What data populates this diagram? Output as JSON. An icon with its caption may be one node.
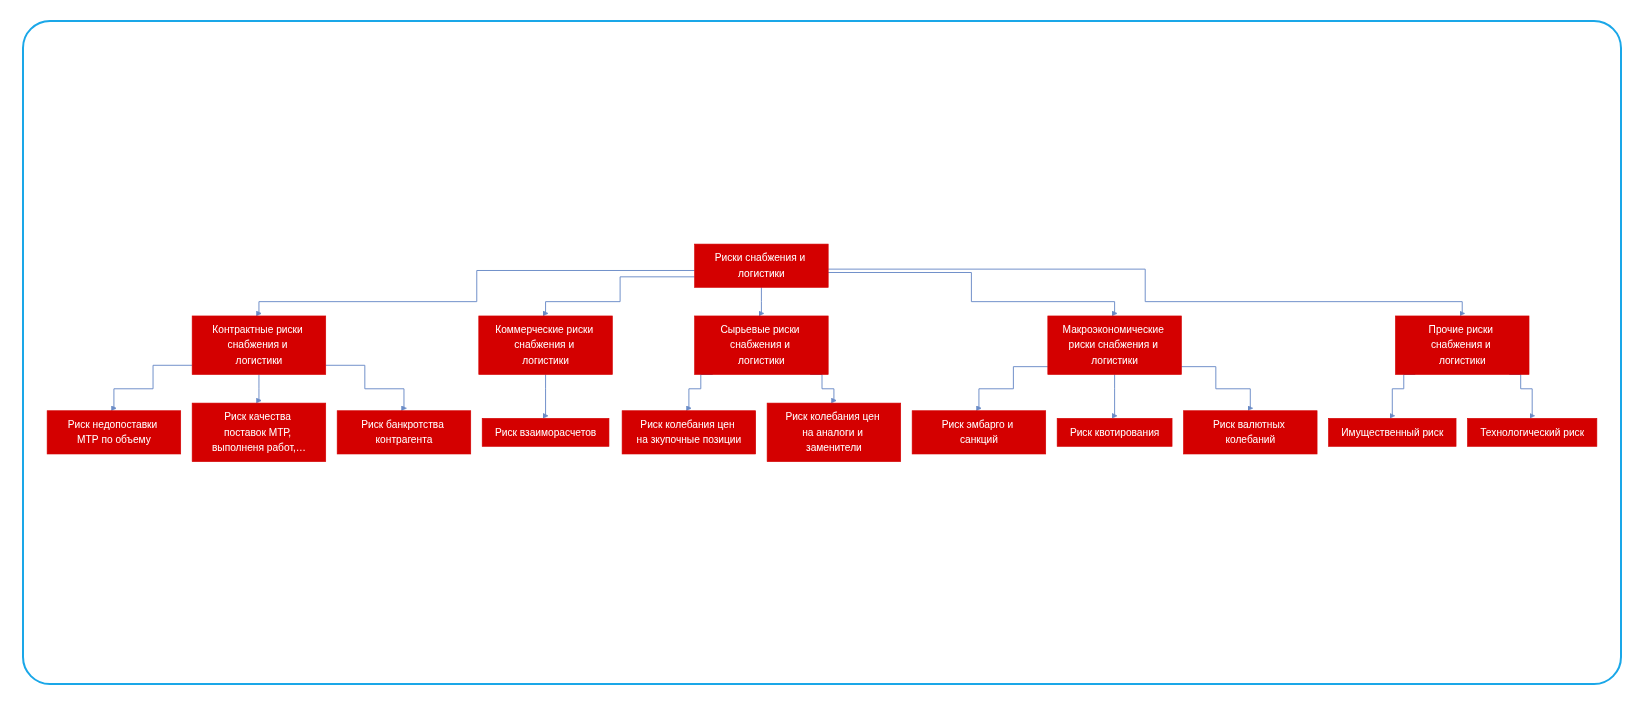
{
  "diagram": {
    "nodes": [
      {
        "text": [
          "Риски снабжения и логистики"
        ]
      },
      {
        "text": [
          "Контрактные риски снабжения и логистики"
        ]
      },
      {
        "text": [
          "Риск недопоставки МТР по объему"
        ]
      },
      {
        "text": [
          "Риск качества поставок МТР, выполненя работ,…"
        ]
      },
      {
        "text": [
          "Риск банкротства контрагента"
        ]
      },
      {
        "text": [
          "Коммерческие риски снабжения и логистики"
        ]
      },
      {
        "text": [
          "Риск взаиморасчетов"
        ]
      },
      {
        "text": [
          "Сырьевые риски снабжения и логистики"
        ]
      },
      {
        "text": [
          "Риск колебания цен на зкупочные позиции"
        ]
      },
      {
        "text": [
          "Риск колебания цен на аналоги и заменители"
        ]
      },
      {
        "text": [
          "Макроэкономические риски снабжения и логистики"
        ]
      },
      {
        "text": [
          "Риск эмбарго и санкций"
        ]
      },
      {
        "text": [
          "Риск квотирования"
        ]
      },
      {
        "text": [
          "Риск валютных колебаний"
        ]
      },
      {
        "text": [
          "Прочие риски снабжения и логистики"
        ]
      },
      {
        "text": [
          "Имущественный риск"
        ]
      },
      {
        "text": [
          "Технологический риск"
        ]
      }
    ],
    "edges": [
      {
        "from": 0,
        "to": 1,
        "arrow": "to"
      },
      {
        "from": 0,
        "to": 5,
        "arrow": "to"
      },
      {
        "from": 0,
        "to": 7,
        "arrow": "to"
      },
      {
        "from": 0,
        "to": 10,
        "arrow": "to"
      },
      {
        "from": 0,
        "to": 14,
        "arrow": "to"
      },
      {
        "from": 1,
        "to": 2,
        "arrow": "to"
      },
      {
        "from": 1,
        "to": 3,
        "arrow": "to"
      },
      {
        "from": 1,
        "to": 4,
        "arrow": "to"
      },
      {
        "from": 5,
        "to": 6,
        "arrow": "to"
      },
      {
        "from": 7,
        "to": 8,
        "arrow": "to"
      },
      {
        "from": 7,
        "to": 9,
        "arrow": "to"
      },
      {
        "from": 10,
        "to": 11,
        "arrow": "to"
      },
      {
        "from": 10,
        "to": 12,
        "arrow": "to"
      },
      {
        "from": 10,
        "to": 13,
        "arrow": "to"
      },
      {
        "from": 14,
        "to": 15,
        "arrow": "to"
      },
      {
        "from": 14,
        "to": 16,
        "arrow": "to"
      }
    ]
  }
}
